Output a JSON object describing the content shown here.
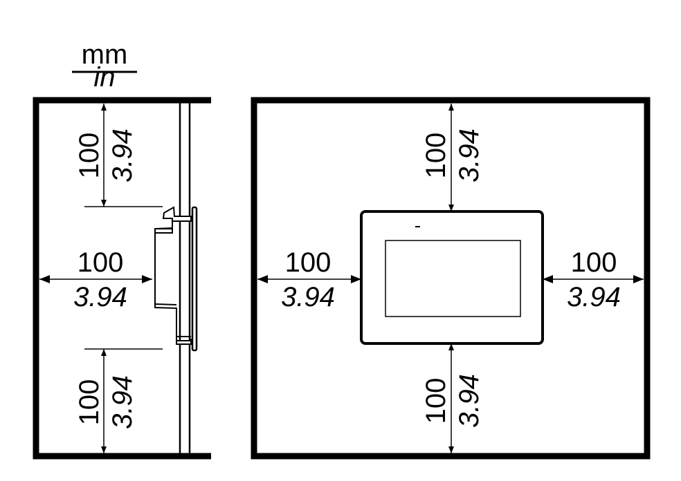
{
  "units": {
    "primary": "mm",
    "secondary": "in"
  },
  "clearances": {
    "side_top": {
      "mm": "100",
      "in": "3.94"
    },
    "side_left": {
      "mm": "100",
      "in": "3.94"
    },
    "side_bottom": {
      "mm": "100",
      "in": "3.94"
    },
    "front_top": {
      "mm": "100",
      "in": "3.94"
    },
    "front_left": {
      "mm": "100",
      "in": "3.94"
    },
    "front_right": {
      "mm": "100",
      "in": "3.94"
    },
    "front_bottom": {
      "mm": "100",
      "in": "3.94"
    }
  }
}
